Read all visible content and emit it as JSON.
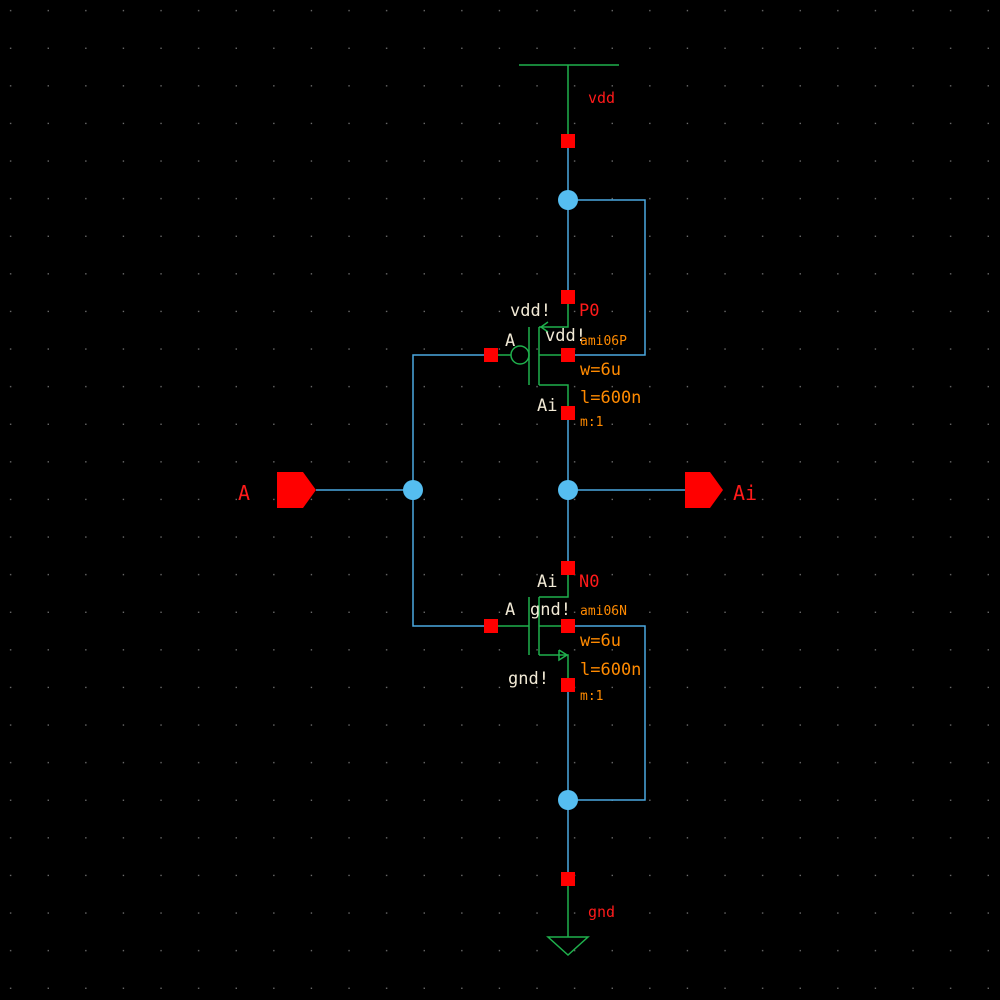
{
  "supply": {
    "vdd_label": "vdd",
    "gnd_label": "gnd"
  },
  "pins": {
    "input": "A",
    "output": "Ai"
  },
  "pmos": {
    "instance": "P0",
    "model": "ami06P",
    "width": "w=6u",
    "length": "l=600n",
    "multiplier": "m:1",
    "bulk_net": "vdd!",
    "source_net": "vdd!",
    "gate_net": "A",
    "drain_net": "Ai"
  },
  "nmos": {
    "instance": "N0",
    "model": "ami06N",
    "width": "w=6u",
    "length": "l=600n",
    "multiplier": "m:1",
    "bulk_net": "gnd!",
    "source_net": "gnd!",
    "gate_net": "A",
    "drain_net": "Ai"
  },
  "colors": {
    "wire": "#4aa8e0",
    "symbol": "#1fb04c",
    "pin": "#ff0000",
    "param": "#ff8a00",
    "net_label": "#f2ead6"
  }
}
